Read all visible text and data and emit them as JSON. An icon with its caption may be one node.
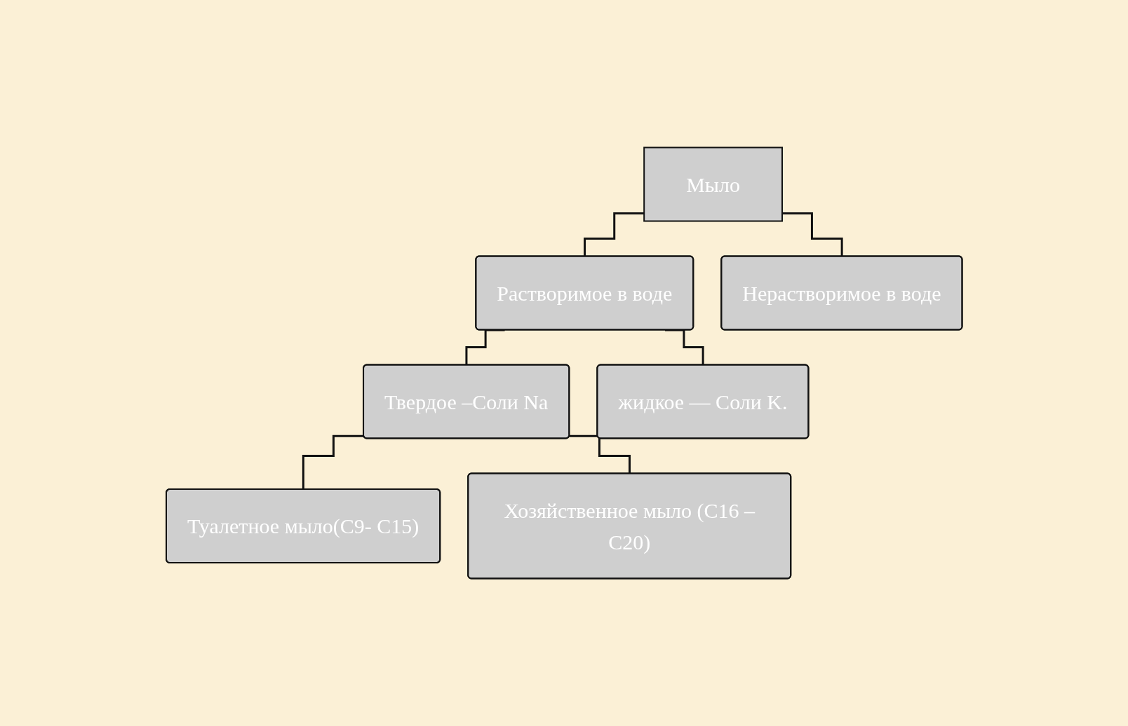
{
  "diagram": {
    "nodes": [
      {
        "text": [
          "Мыло"
        ]
      },
      {
        "text": [
          "Растворимое в воде"
        ]
      },
      {
        "text": [
          "Нерастворимое в воде"
        ]
      },
      {
        "text": [
          "Твердое –Соли Na"
        ]
      },
      {
        "text": [
          "жидкое —  Соли  K."
        ]
      },
      {
        "text": [
          "Туалетное мыло(С9- С15)"
        ]
      },
      {
        "text": [
          "Хозяйственное мыло (С16 –С20)"
        ]
      }
    ],
    "edges": [
      {
        "from": 0,
        "to": 1,
        "arrow": "none"
      },
      {
        "from": 0,
        "to": 2,
        "arrow": "none"
      },
      {
        "from": 1,
        "to": 3,
        "arrow": "none"
      },
      {
        "from": 1,
        "to": 4,
        "arrow": "none"
      },
      {
        "from": 3,
        "to": 5,
        "arrow": "none"
      },
      {
        "from": 3,
        "to": 6,
        "arrow": "none"
      }
    ]
  }
}
